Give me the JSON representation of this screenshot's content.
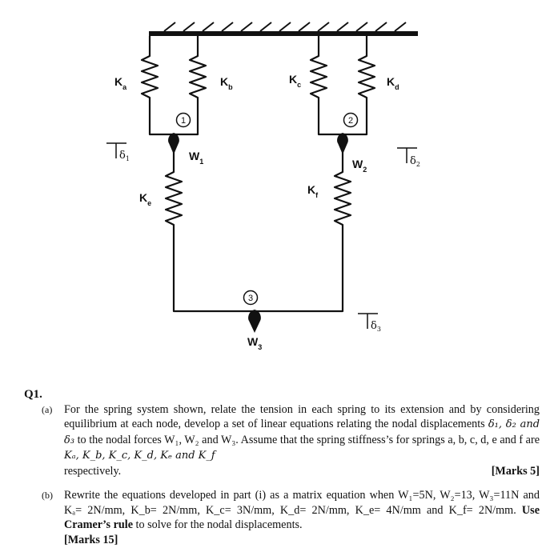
{
  "diagram": {
    "springs": {
      "a": "K",
      "a_sub": "a",
      "b": "K",
      "b_sub": "b",
      "c": "K",
      "c_sub": "c",
      "d": "K",
      "d_sub": "d",
      "e": "K",
      "e_sub": "e",
      "f": "K",
      "f_sub": "f"
    },
    "weights": {
      "w1": "W",
      "w1_sub": "1",
      "w2": "W",
      "w2_sub": "2",
      "w3": "W",
      "w3_sub": "3"
    },
    "nodes": [
      "1",
      "2",
      "3"
    ],
    "displacements": {
      "d1": "δ",
      "d1_sub": "1",
      "d2": "δ",
      "d2_sub": "2",
      "d3": "δ",
      "d3_sub": "3"
    }
  },
  "question": {
    "number": "Q1.",
    "part_a": {
      "tag": "(a)",
      "text_1": "For the spring system shown, relate the tension in each spring to its extension and by considering equilibrium at each node, develop a set of linear equations relating the nodal displacements ",
      "math_1": "δ₁, δ₂ and δ₃",
      "text_2": " to the nodal forces W₁, W₂ and W₃. Assume that the spring stiffness’s for springs a, b, c, d, e and f are ",
      "math_2": "Kₐ, K_b, K_c, K_d, Kₑ and K_f",
      "text_3": "respectively.",
      "marks": "[Marks 5]"
    },
    "part_b": {
      "tag": "(b)",
      "text_1": "Rewrite the equations developed in part (i) as a matrix equation when W₁=5N, W₂=13, W₃=11N and Kₐ= 2N/mm, K_b= 2N/mm, K_c= 3N/mm, K_d= 2N/mm, K_e= 4N/mm and K_f= 2N/mm. ",
      "bold": "Use Cramer’s rule",
      "text_2": " to solve for the nodal displacements.",
      "marks": "[Marks 15]"
    }
  }
}
